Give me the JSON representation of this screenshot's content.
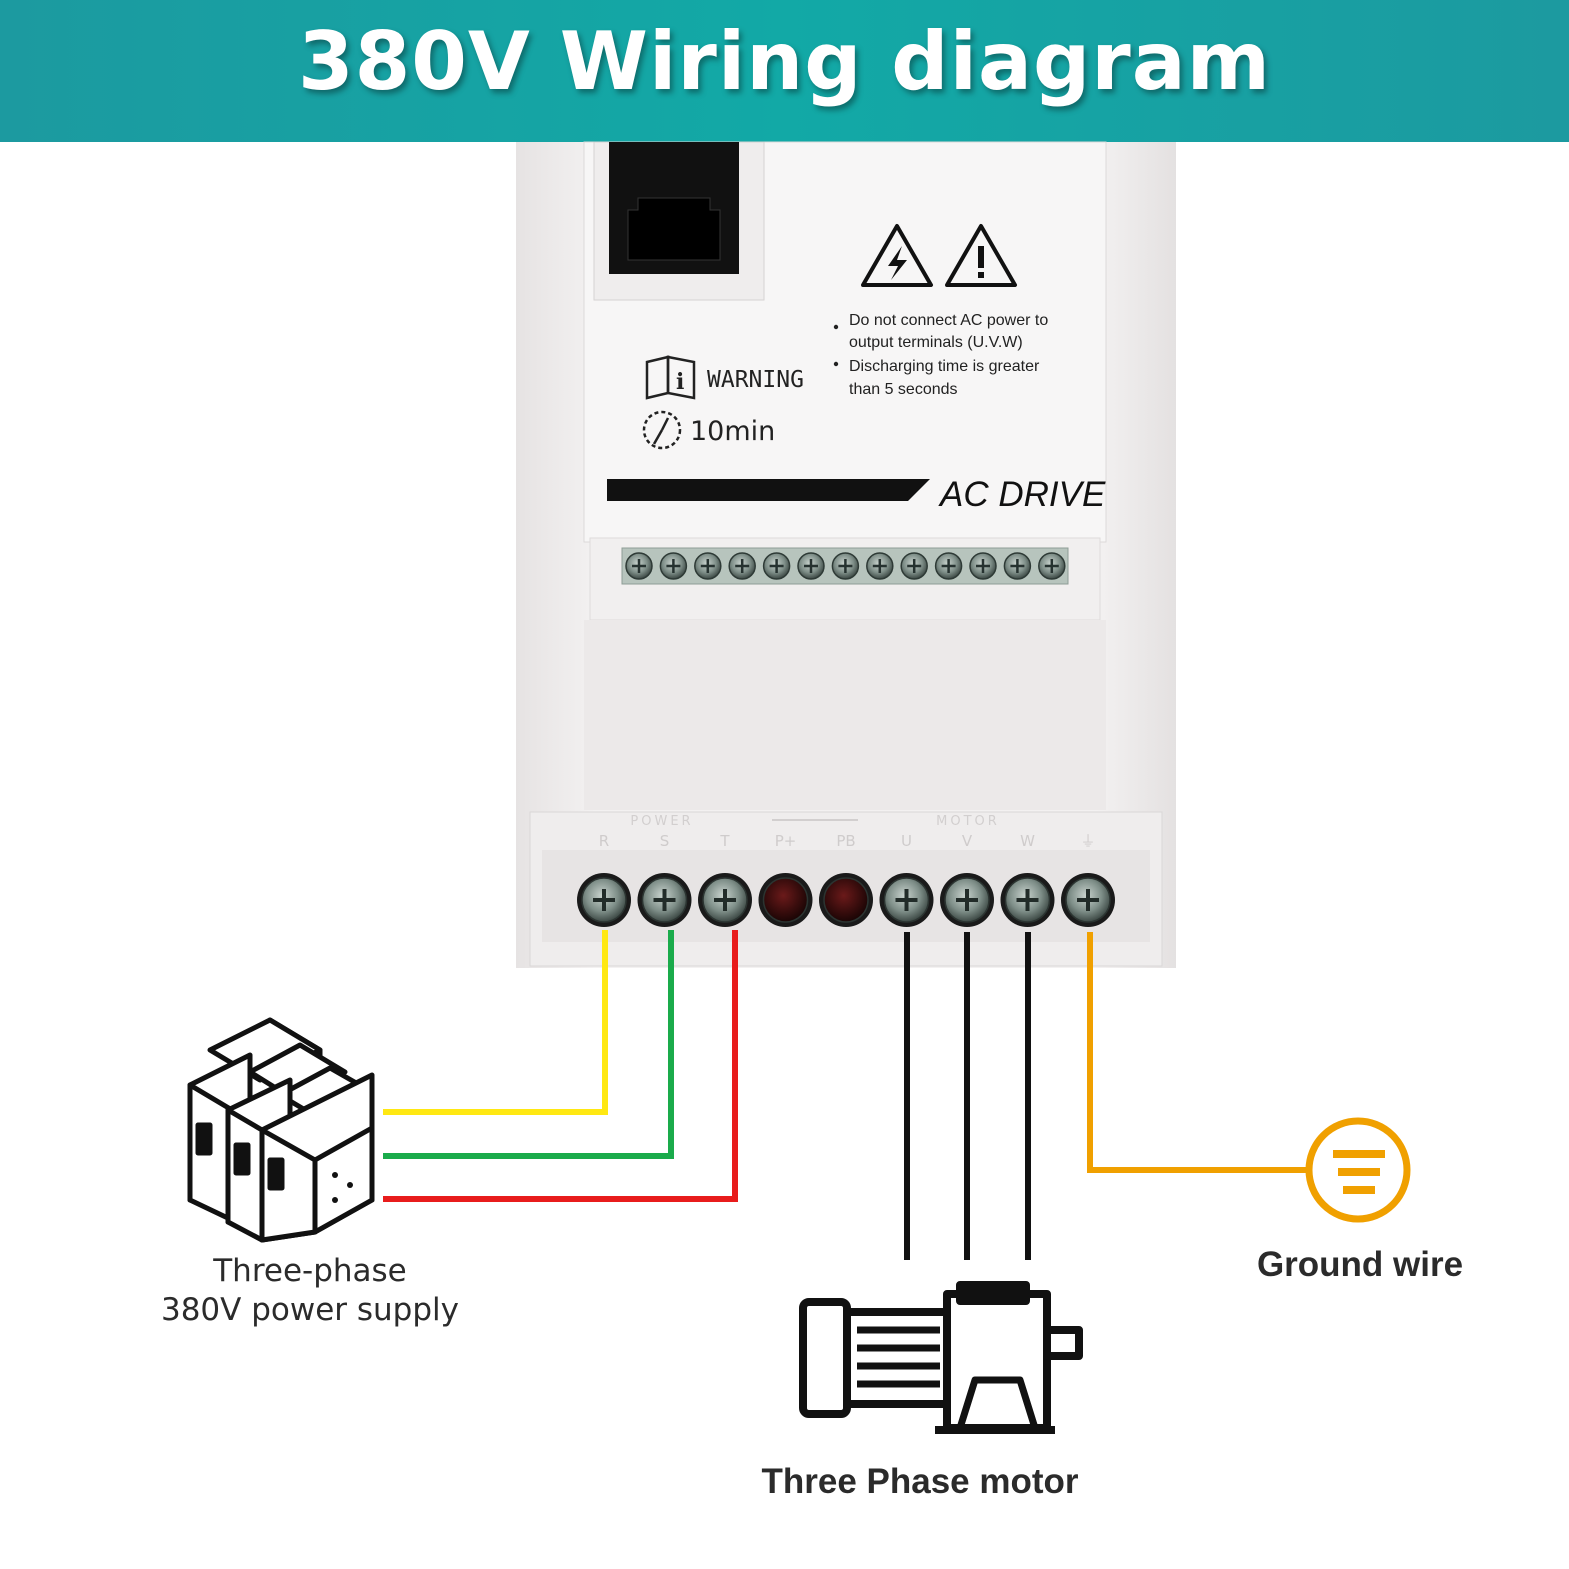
{
  "header": {
    "title": "380V Wiring diagram"
  },
  "drive": {
    "warning_notes": [
      "Do not connect AC power to",
      "output terminals (U.V.W)",
      "Discharging time is greater",
      "than 5 seconds"
    ],
    "warning_label": "WARNING",
    "discharge_time": "10min",
    "brand_label": "AC DRIVE",
    "power_group_label": "POWER",
    "motor_group_label": "MOTOR",
    "terminals": [
      "R",
      "S",
      "T",
      "P+",
      "PB",
      "U",
      "V",
      "W",
      "⏚"
    ]
  },
  "labels": {
    "supply_line1": "Three-phase",
    "supply_line2": "380V power supply",
    "motor": "Three Phase motor",
    "ground": "Ground wire"
  },
  "colors": {
    "header": "#17a3a3",
    "wire_r": "#ffe812",
    "wire_s": "#1aab4b",
    "wire_t": "#e81c1c",
    "wire_motor": "#111111",
    "wire_ground": "#f0a000"
  },
  "icons": [
    "breaker-icon",
    "motor-icon",
    "ground-symbol-icon",
    "rj45-port-icon",
    "lightning-warning-icon",
    "exclamation-warning-icon",
    "manual-icon",
    "timer-icon"
  ]
}
